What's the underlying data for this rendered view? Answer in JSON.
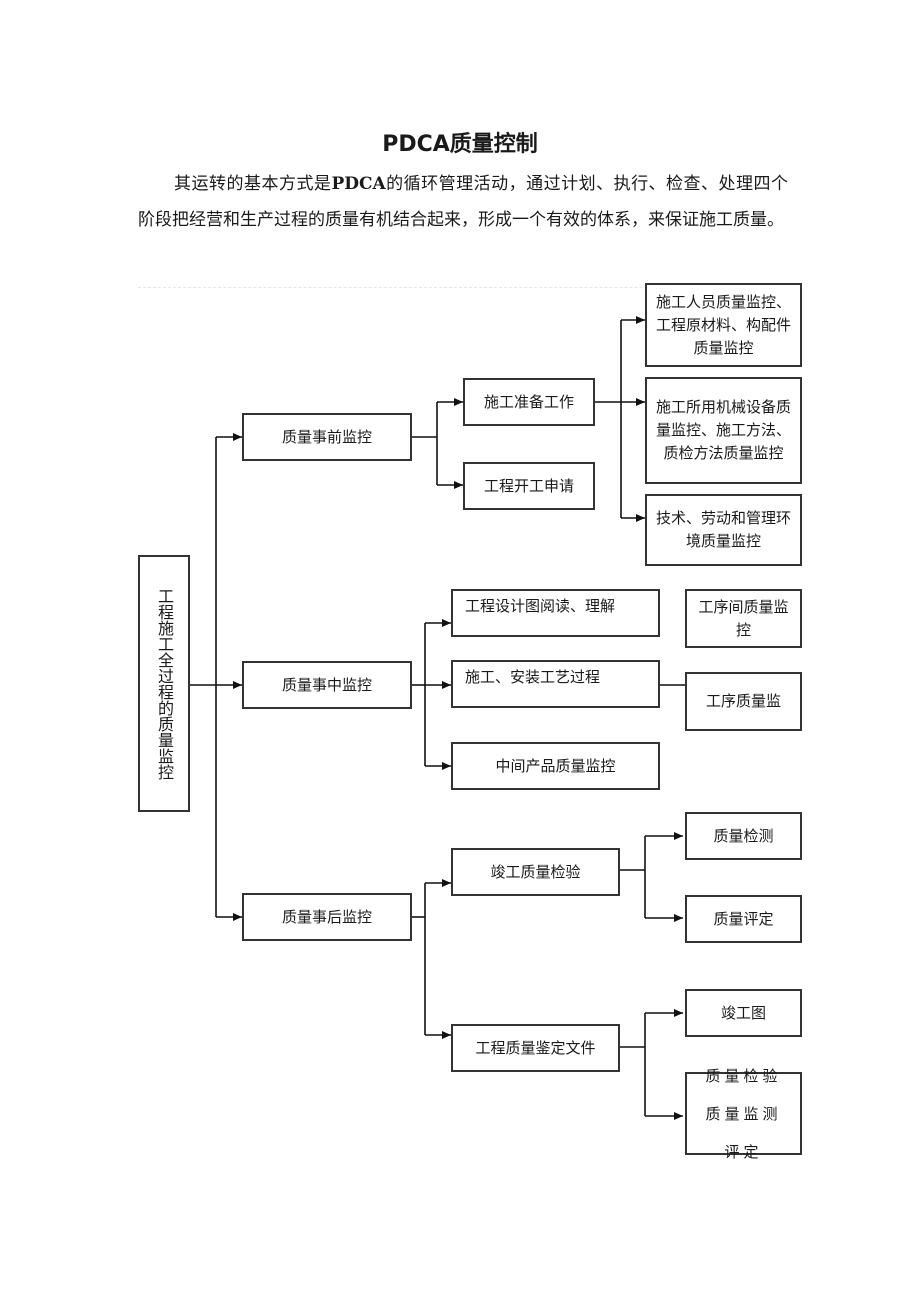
{
  "title": "PDCA质量控制",
  "intro": {
    "before": "其运转的基本方式是",
    "bold": "PDCA",
    "after": "的循环管理活动，通过计划、执行、检查、处理四个阶段把经营和生产过程的质量有机结合起来，形成一个有效的体系，来保证施工质量。"
  },
  "diagram": {
    "root": "工程施工全过程的质量监控",
    "pre": {
      "label": "质量事前监控",
      "prep": "施工准备工作",
      "apply": "工程开工申请",
      "items": [
        "施工人员质量监控、工程原材料、构配件质量监控",
        "施工所用机械设备质量监控、施工方法、质检方法质量监控",
        "技术、劳动和管理环境质量监控"
      ]
    },
    "mid": {
      "label": "质量事中监控",
      "design": "工程设计图阅读、理解",
      "install": "施工、安装工艺过程",
      "middle": "中间产品质量监控",
      "between": "工序间质量监控",
      "process": "工序质量监"
    },
    "post": {
      "label": "质量事后监控",
      "inspect": "竣工质量检验",
      "detect": "质量检测",
      "evaluate": "质量评定",
      "docs": "工程质量鉴定文件",
      "drawing": "竣工图",
      "final": "质量检验质量监测评定"
    }
  }
}
